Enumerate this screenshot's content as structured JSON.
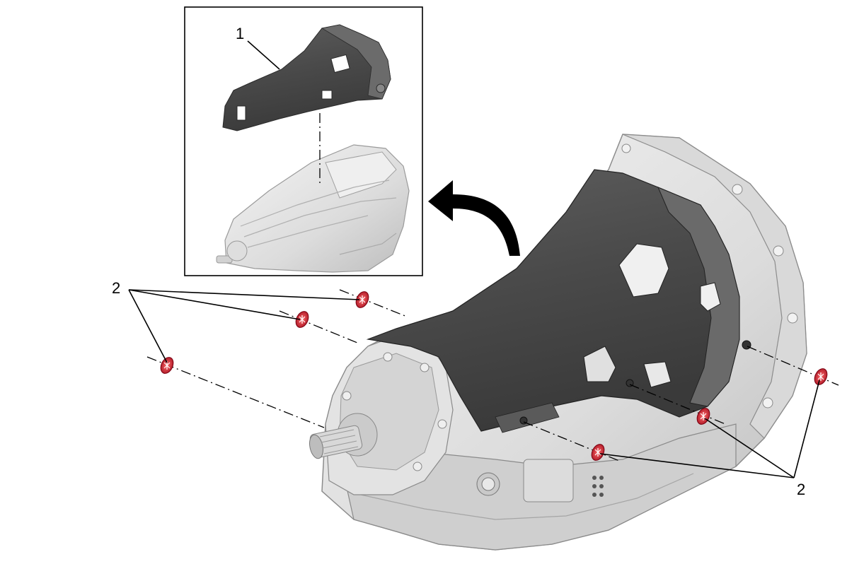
{
  "callouts": {
    "item1": "1",
    "item2_left": "2",
    "item2_right": "2"
  },
  "colors": {
    "cover_dark": "#4a4a4a",
    "housing_light": "#e6e6e6",
    "fastener_red": "#c8102e",
    "outline": "#000000"
  },
  "icons": {
    "arrow": "curved-arrow-icon",
    "fastener": "push-pin-fastener-icon"
  }
}
